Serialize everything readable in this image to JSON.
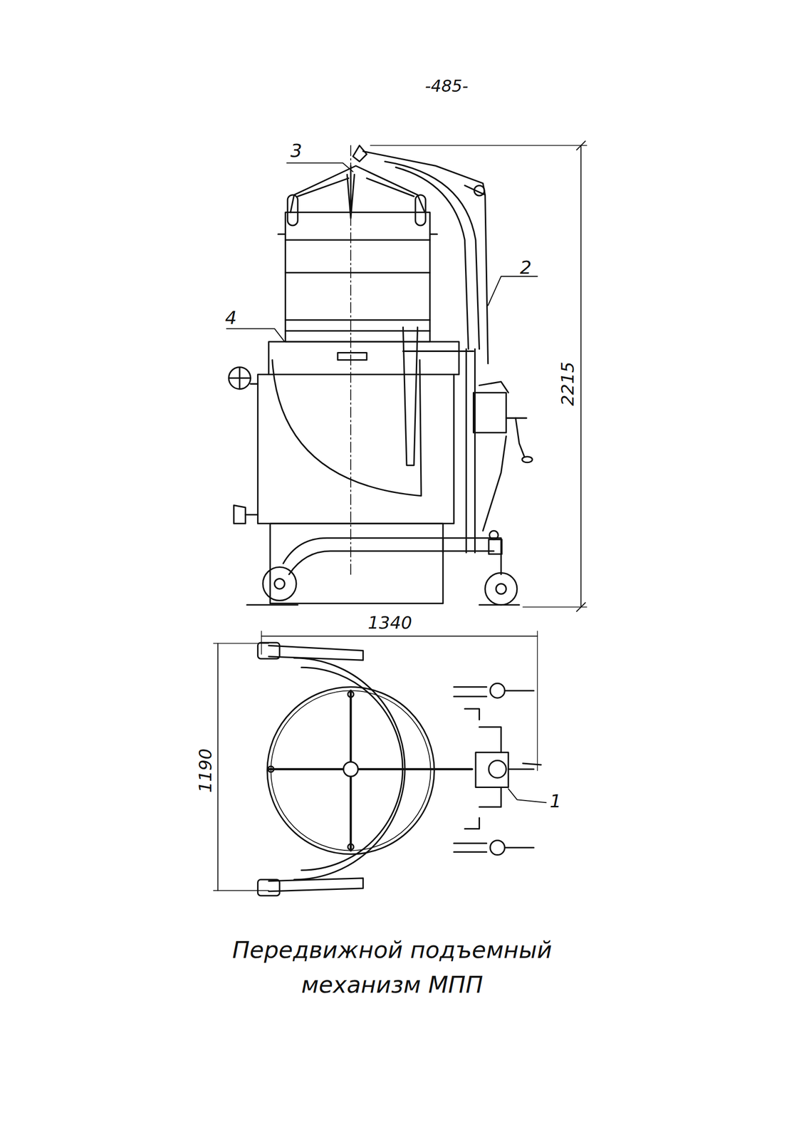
{
  "diagram": {
    "caption": "Передвижной подъемный механизм МПП",
    "labels": [
      "-485-",
      "3",
      "2",
      "4",
      "2215",
      "1340",
      "1190",
      "1"
    ]
  }
}
